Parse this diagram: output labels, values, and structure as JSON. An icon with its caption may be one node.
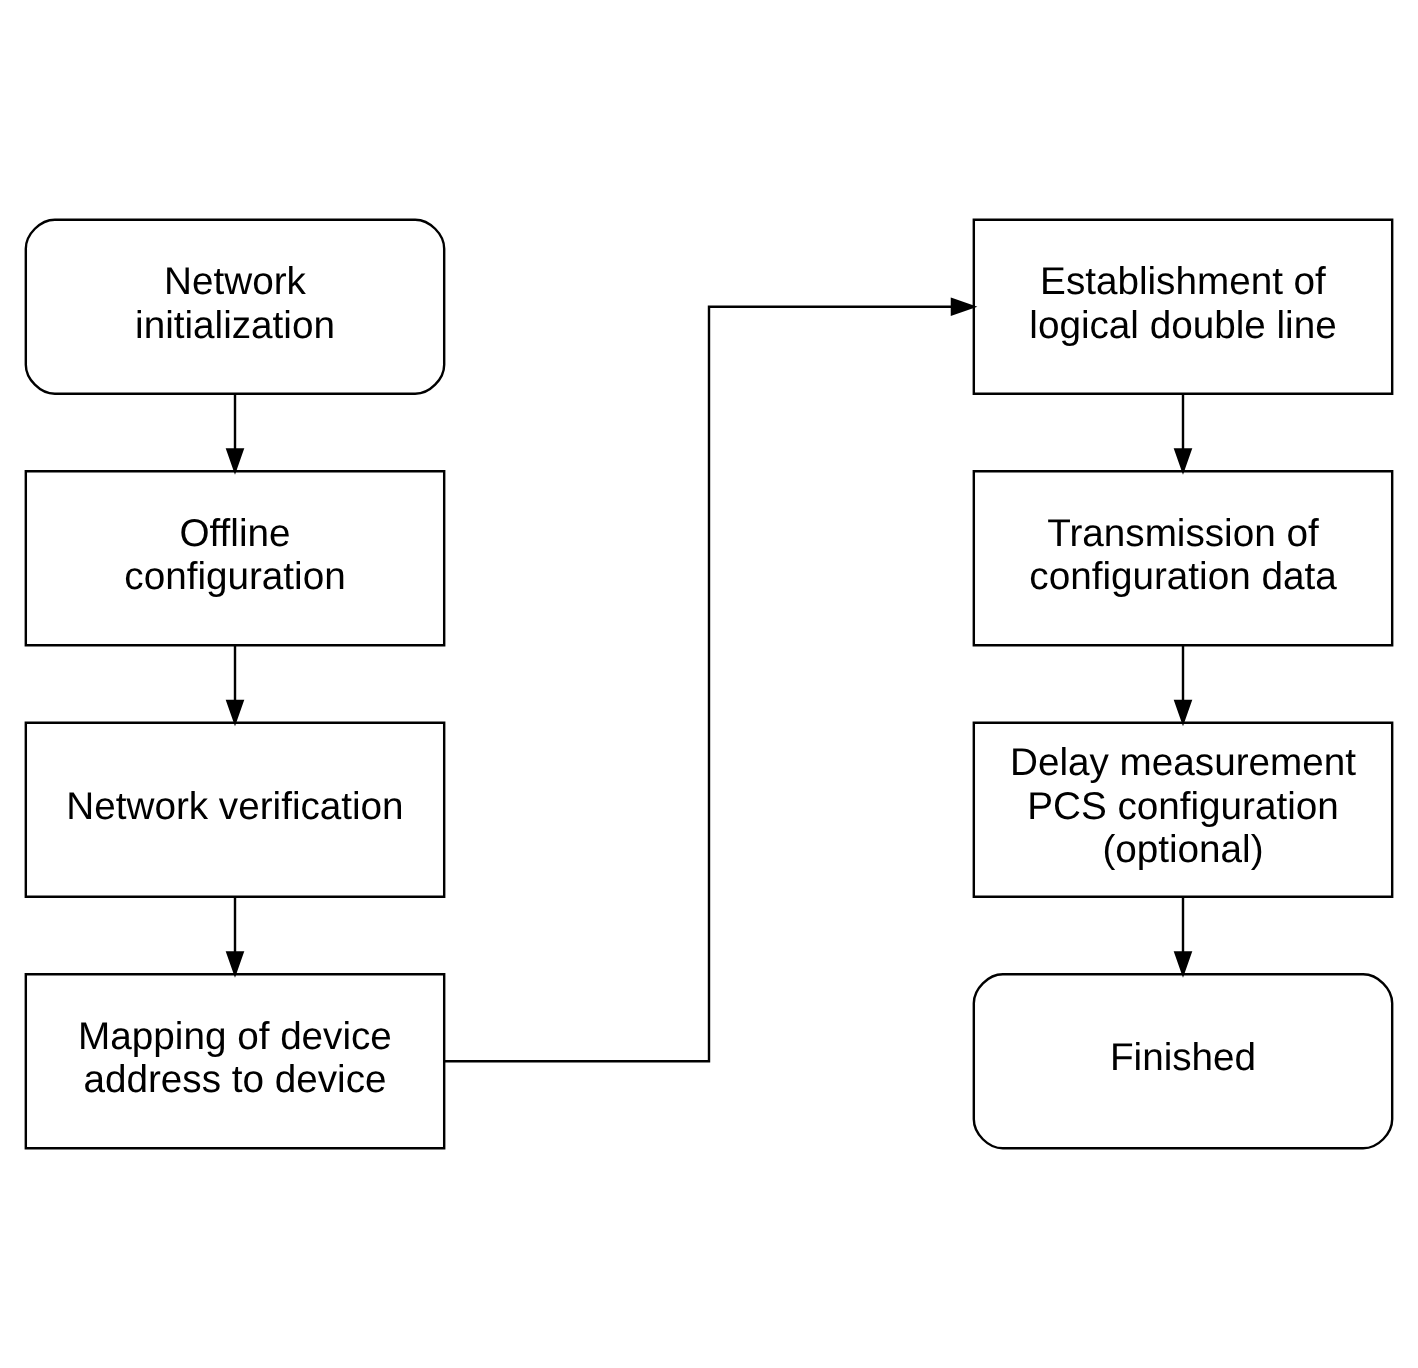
{
  "diagram": {
    "nodes": [
      {
        "text": [
          "Network initialization"
        ]
      },
      {
        "text": [
          "Offline configuration"
        ]
      },
      {
        "text": [
          "Network verification"
        ]
      },
      {
        "text": [
          "Mapping of device address to device"
        ]
      },
      {
        "text": [
          "Establishment of logical double line"
        ]
      },
      {
        "text": [
          "Transmission of configuration data"
        ]
      },
      {
        "text": [
          "Delay measurement PCS configuration (optional)"
        ]
      },
      {
        "text": [
          "Finished"
        ]
      }
    ],
    "edges": [
      {
        "from": 0,
        "to": 1,
        "arrow": "to"
      },
      {
        "from": 1,
        "to": 2,
        "arrow": "to"
      },
      {
        "from": 2,
        "to": 3,
        "arrow": "to"
      },
      {
        "from": 3,
        "to": 4,
        "arrow": "to"
      },
      {
        "from": 4,
        "to": 5,
        "arrow": "to"
      },
      {
        "from": 5,
        "to": 6,
        "arrow": "to"
      },
      {
        "from": 6,
        "to": 7,
        "arrow": "to"
      }
    ]
  }
}
